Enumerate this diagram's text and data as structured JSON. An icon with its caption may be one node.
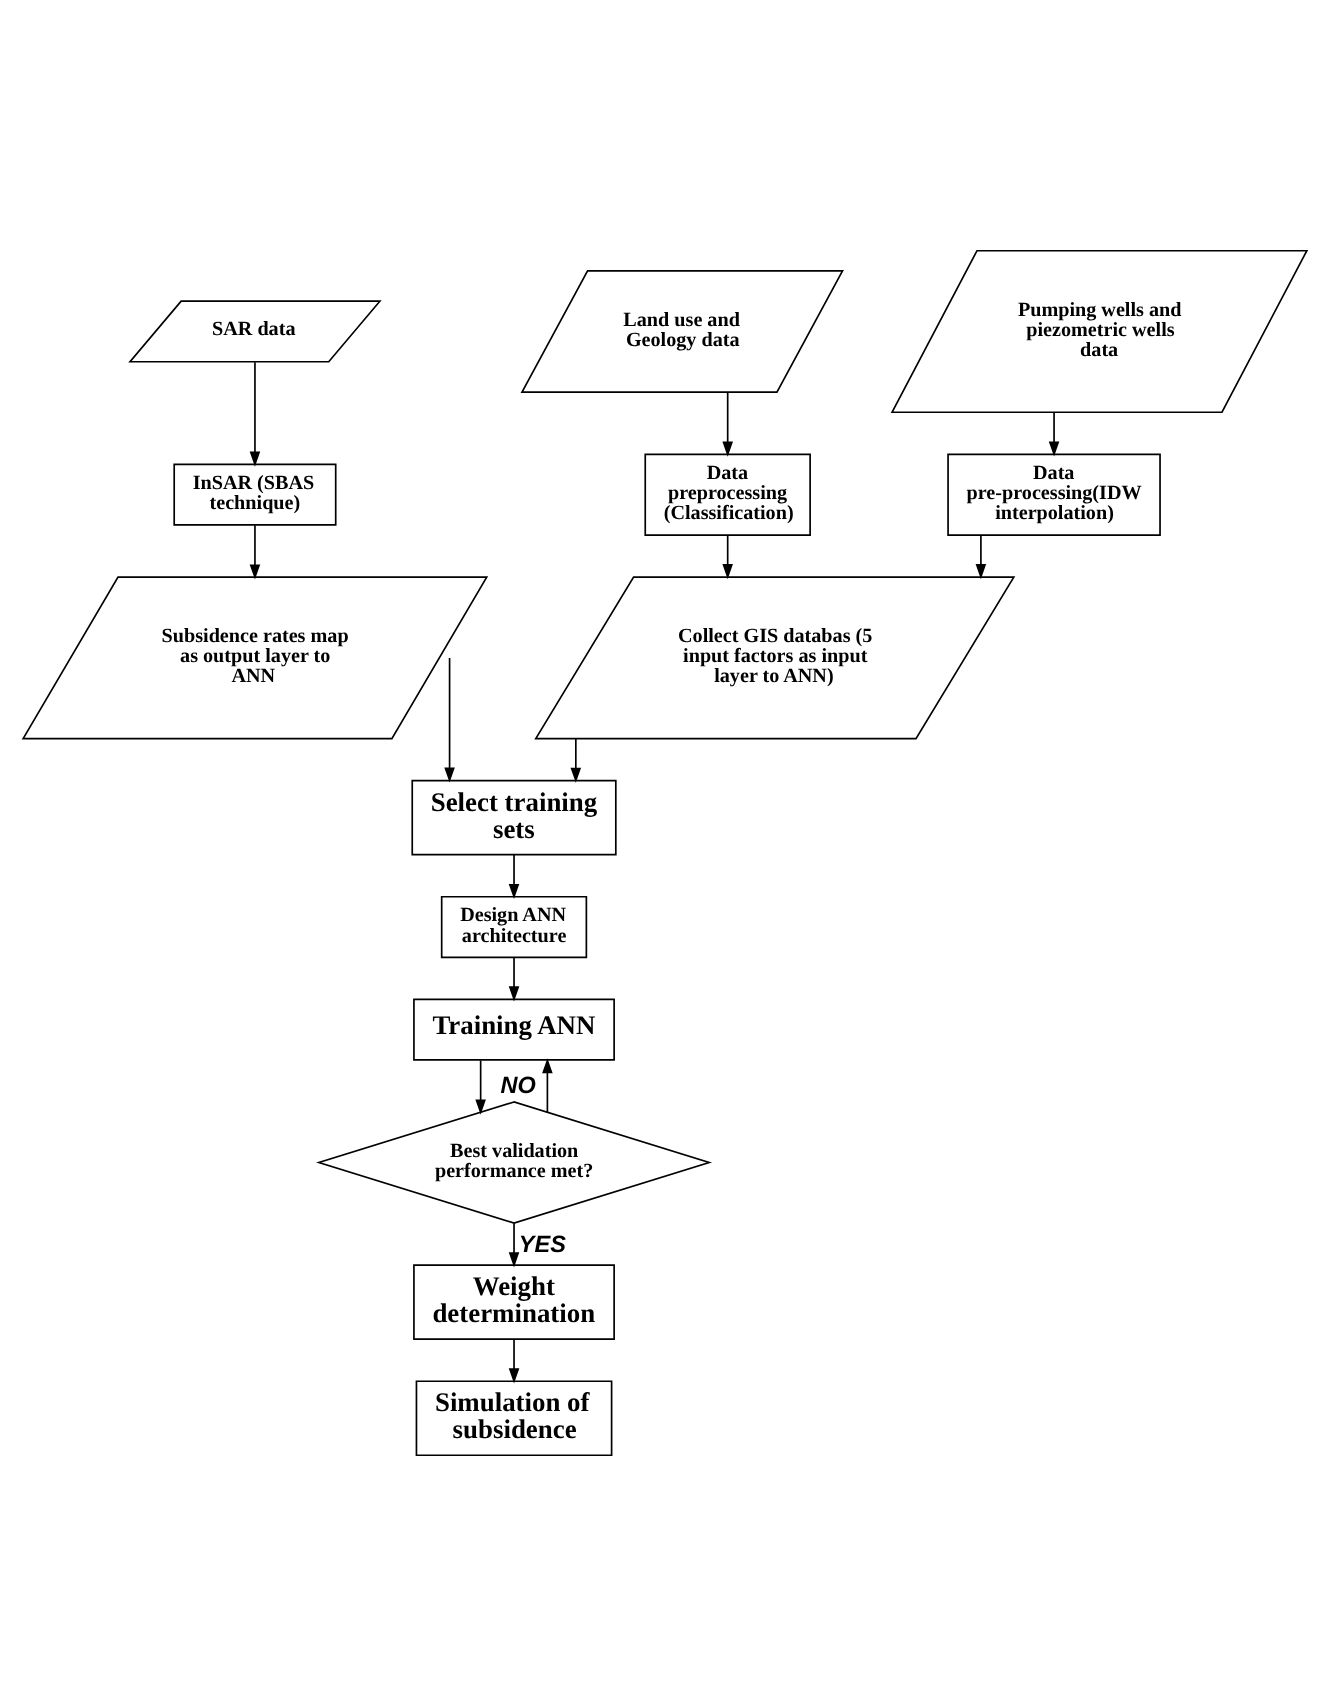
{
  "diagram": {
    "nodes": [
      {
        "text": [
          "SAR data"
        ]
      },
      {
        "text": [
          "Land use and Geology data"
        ]
      },
      {
        "text": [
          "Pumping wells and piezometric wells data"
        ]
      },
      {
        "text": [
          "InSAR (SBAS technique)"
        ]
      },
      {
        "text": [
          "Data preprocessing (Classification)"
        ]
      },
      {
        "text": [
          "Data pre-processing(IDW interpolation)"
        ]
      },
      {
        "text": [
          "Subsidence rates map as output layer to ANN"
        ]
      },
      {
        "text": [
          "Collect GIS databas (5 input factors as input layer to ANN)"
        ]
      },
      {
        "text": [
          "Select training sets"
        ]
      },
      {
        "text": [
          "Design ANN architecture"
        ]
      },
      {
        "text": [
          "Training ANN"
        ]
      },
      {
        "text": [
          "Best validation performance met?"
        ]
      },
      {
        "text": [
          "Weight determination"
        ]
      },
      {
        "text": [
          "Simulation of subsidence"
        ]
      }
    ],
    "edges": [
      {
        "from": 0,
        "to": 3,
        "arrow": "to"
      },
      {
        "from": 1,
        "to": 4,
        "arrow": "to"
      },
      {
        "from": 2,
        "to": 5,
        "arrow": "to"
      },
      {
        "from": 3,
        "to": 6,
        "arrow": "to"
      },
      {
        "from": 4,
        "to": 7,
        "arrow": "to"
      },
      {
        "from": 5,
        "to": 7,
        "arrow": "to"
      },
      {
        "from": 6,
        "to": 8,
        "arrow": "to"
      },
      {
        "from": 7,
        "to": 8,
        "arrow": "to"
      },
      {
        "from": 8,
        "to": 9,
        "arrow": "to"
      },
      {
        "from": 9,
        "to": 10,
        "arrow": "to"
      },
      {
        "from": 10,
        "to": 11,
        "arrow": "to"
      },
      {
        "from": 11,
        "to": 10,
        "arrow": "to",
        "label": "NO"
      },
      {
        "from": 11,
        "to": 12,
        "arrow": "to",
        "label": "YES"
      },
      {
        "from": 12,
        "to": 13,
        "arrow": "to"
      }
    ]
  }
}
